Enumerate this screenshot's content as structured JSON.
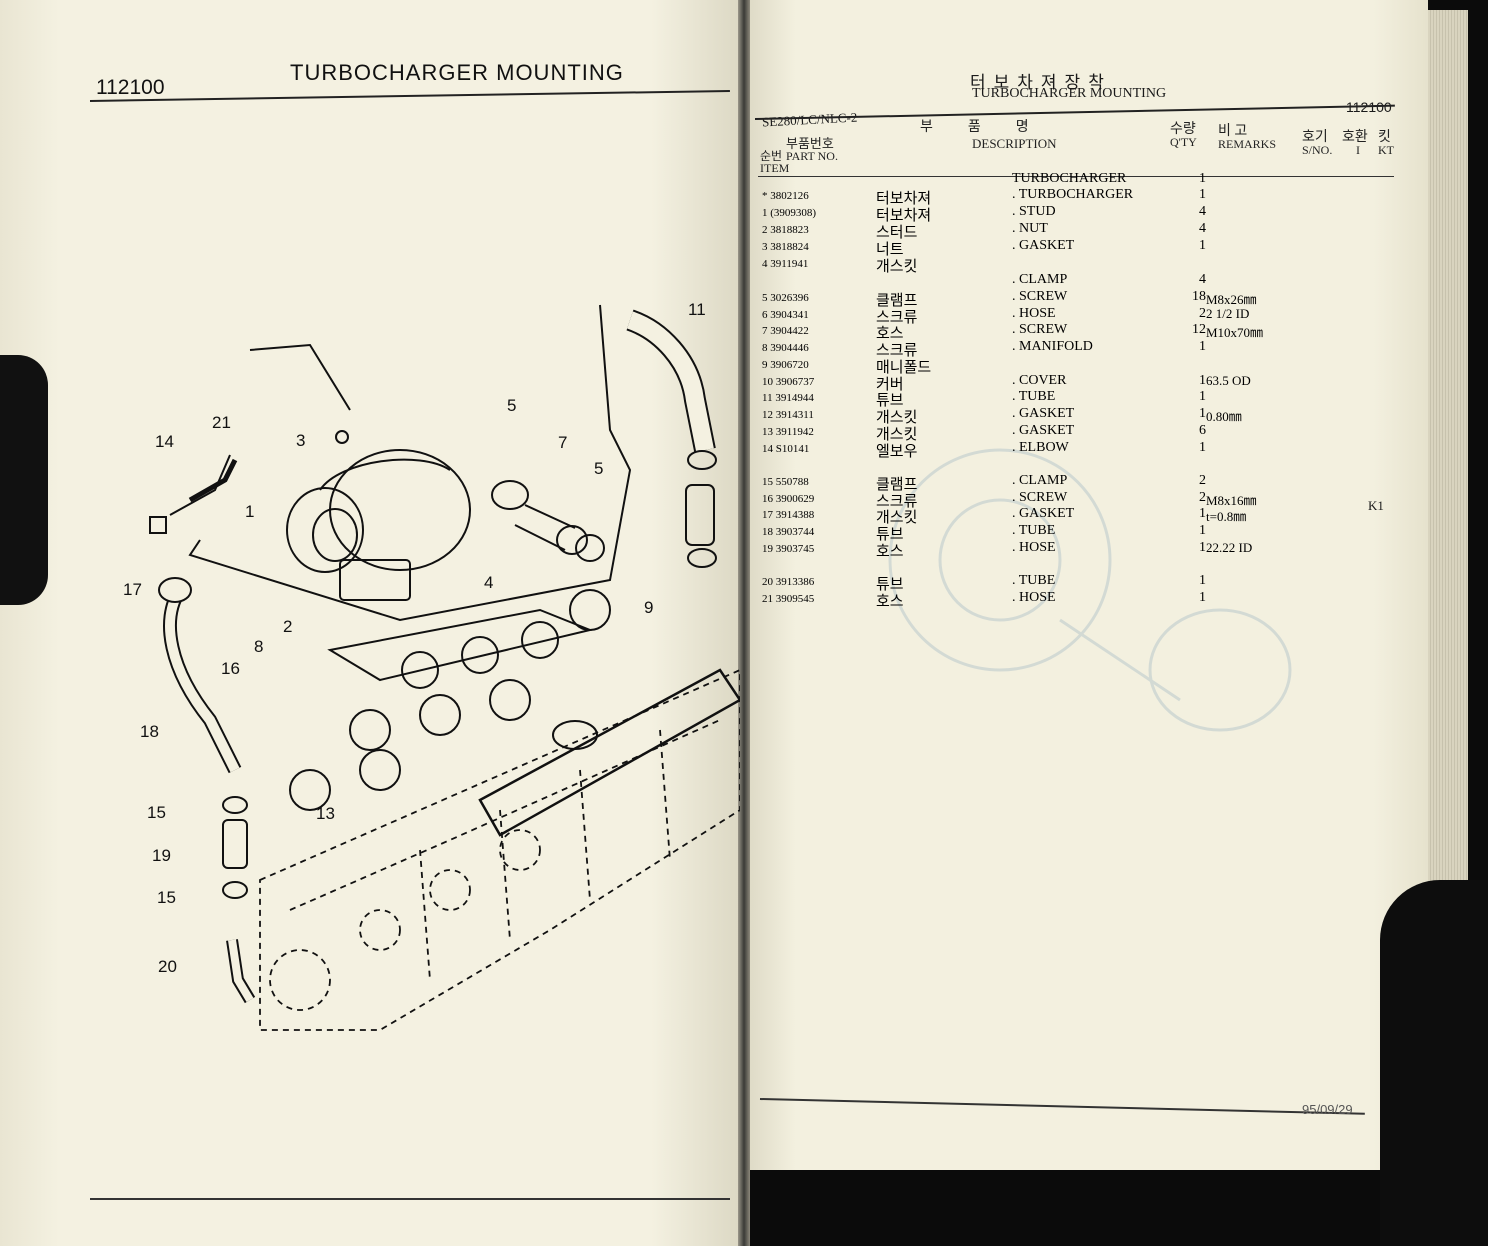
{
  "left_page": {
    "code": "112100",
    "title": "TURBOCHARGER  MOUNTING",
    "callouts": [
      {
        "id": "c11",
        "label": "11"
      },
      {
        "id": "c21",
        "label": "21"
      },
      {
        "id": "c14",
        "label": "14"
      },
      {
        "id": "c3",
        "label": "3"
      },
      {
        "id": "c5a",
        "label": "5"
      },
      {
        "id": "c7",
        "label": "7"
      },
      {
        "id": "c5b",
        "label": "5"
      },
      {
        "id": "c1",
        "label": "1"
      },
      {
        "id": "c4",
        "label": "4"
      },
      {
        "id": "c17",
        "label": "17"
      },
      {
        "id": "c2",
        "label": "2"
      },
      {
        "id": "c9",
        "label": "9"
      },
      {
        "id": "c16",
        "label": "16"
      },
      {
        "id": "c8",
        "label": "8"
      },
      {
        "id": "c18",
        "label": "18"
      },
      {
        "id": "c15a",
        "label": "15"
      },
      {
        "id": "c13",
        "label": "13"
      },
      {
        "id": "c19",
        "label": "19"
      },
      {
        "id": "c15b",
        "label": "15"
      },
      {
        "id": "c20",
        "label": "20"
      }
    ]
  },
  "right_page": {
    "title_ko": "터보차져장착",
    "title_en": "TURBOCHARGER MOUNTING",
    "model": "SE280/LC/NLC-2",
    "code": "112100",
    "headers": {
      "item_ko": "순번",
      "item_en": "ITEM",
      "part_ko": "부품번호",
      "part_en": "PART NO.",
      "desc_ko": "부          품          명",
      "desc_en": "DESCRIPTION",
      "qty_ko": "수량",
      "qty_en": "Q'TY",
      "remarks_ko": "비  고",
      "remarks_en": "REMARKS",
      "sno_ko": "호기",
      "sno_en": "S/NO.",
      "ex_ko": "호환",
      "ex_en": "I",
      "kit_ko": "킷",
      "kit_en": "KT"
    },
    "rows": [
      {
        "item": "",
        "part": "",
        "ko": "",
        "desc": "TURBOCHARGER",
        "qty": "1",
        "rem": ""
      },
      {
        "item": "*",
        "part": "3802126",
        "ko": "터보차져",
        "desc": ". TURBOCHARGER",
        "qty": "1",
        "rem": ""
      },
      {
        "item": "1",
        "part": "(3909308)",
        "ko": "터보차져",
        "desc": ". STUD",
        "qty": "4",
        "rem": ""
      },
      {
        "item": "2",
        "part": "3818823",
        "ko": "스터드",
        "desc": ". NUT",
        "qty": "4",
        "rem": ""
      },
      {
        "item": "3",
        "part": "3818824",
        "ko": "너트",
        "desc": ". GASKET",
        "qty": "1",
        "rem": ""
      },
      {
        "item": "4",
        "part": "3911941",
        "ko": "개스킷",
        "desc": "",
        "qty": "",
        "rem": ""
      },
      {
        "item": "",
        "part": "",
        "ko": "",
        "desc": ". CLAMP",
        "qty": "4",
        "rem": ""
      },
      {
        "item": "5",
        "part": "3026396",
        "ko": "클램프",
        "desc": ". SCREW",
        "qty": "18",
        "rem": "M8x26㎜"
      },
      {
        "item": "6",
        "part": "3904341",
        "ko": "스크류",
        "desc": ". HOSE",
        "qty": "2",
        "rem": "2 1/2 ID"
      },
      {
        "item": "7",
        "part": "3904422",
        "ko": "호스",
        "desc": ". SCREW",
        "qty": "12",
        "rem": "M10x70㎜"
      },
      {
        "item": "8",
        "part": "3904446",
        "ko": "스크류",
        "desc": ". MANIFOLD",
        "qty": "1",
        "rem": ""
      },
      {
        "item": "9",
        "part": "3906720",
        "ko": "매니폴드",
        "desc": "",
        "qty": "",
        "rem": ""
      },
      {
        "item": "10",
        "part": "3906737",
        "ko": "커버",
        "desc": ". COVER",
        "qty": "1",
        "rem": "63.5 OD"
      },
      {
        "item": "11",
        "part": "3914944",
        "ko": "튜브",
        "desc": ". TUBE",
        "qty": "1",
        "rem": ""
      },
      {
        "item": "12",
        "part": "3914311",
        "ko": "개스킷",
        "desc": ". GASKET",
        "qty": "1",
        "rem": "0.80㎜"
      },
      {
        "item": "13",
        "part": "3911942",
        "ko": "개스킷",
        "desc": ". GASKET",
        "qty": "6",
        "rem": ""
      },
      {
        "item": "14",
        "part": "S10141",
        "ko": "엘보우",
        "desc": ". ELBOW",
        "qty": "1",
        "rem": ""
      },
      {
        "item": "15",
        "part": "550788",
        "ko": "클램프",
        "desc": ". CLAMP",
        "qty": "2",
        "rem": ""
      },
      {
        "item": "16",
        "part": "3900629",
        "ko": "스크류",
        "desc": ". SCREW",
        "qty": "2",
        "rem": "M8x16㎜"
      },
      {
        "item": "17",
        "part": "3914388",
        "ko": "개스킷",
        "desc": ". GASKET",
        "qty": "1",
        "rem": "t=0.8㎜"
      },
      {
        "item": "18",
        "part": "3903744",
        "ko": "튜브",
        "desc": ". TUBE",
        "qty": "1",
        "rem": ""
      },
      {
        "item": "19",
        "part": "3903745",
        "ko": "호스",
        "desc": ". HOSE",
        "qty": "1",
        "rem": "22.22 ID"
      },
      {
        "item": "20",
        "part": "3913386",
        "ko": "튜브",
        "desc": ". TUBE",
        "qty": "1",
        "rem": ""
      },
      {
        "item": "21",
        "part": "3909545",
        "ko": "호스",
        "desc": ". HOSE",
        "qty": "1",
        "rem": ""
      }
    ],
    "kt_value": "K1",
    "date": "95/09/29"
  }
}
